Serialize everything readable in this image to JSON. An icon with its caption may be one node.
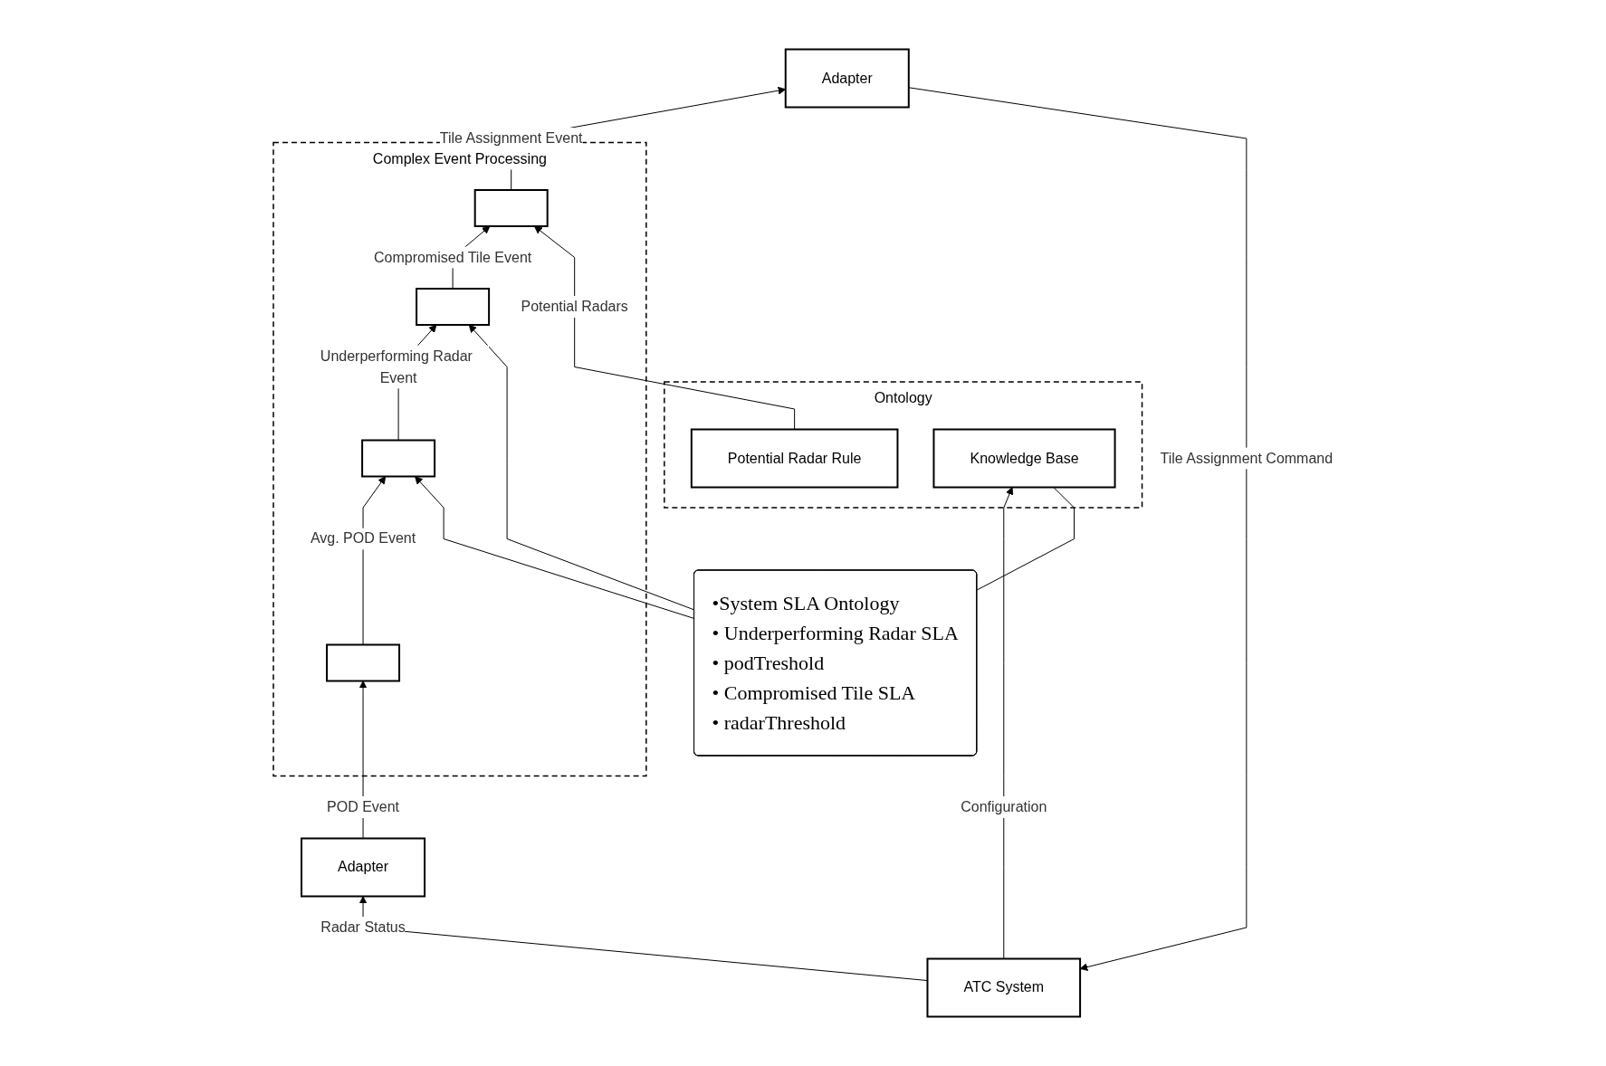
{
  "diagram": {
    "nodes": [
      {
        "text": [
          "Adapter"
        ]
      },
      {
        "text": [
          "Complex Event Processing"
        ]
      },
      {
        "text": [],
        "shape": "box",
        "in": 1
      },
      {
        "text": [],
        "shape": "box",
        "in": 1
      },
      {
        "text": [],
        "shape": "box",
        "in": 1
      },
      {
        "text": [],
        "shape": "box",
        "in": 1
      },
      {
        "text": [
          "Adapter"
        ]
      },
      {
        "text": [
          "ATC System"
        ]
      },
      {
        "text": [
          "Ontology"
        ]
      },
      {
        "text": [
          "Potential Radar Rule"
        ],
        "in": 8
      },
      {
        "text": [
          "Knowledge Base"
        ],
        "in": 8
      },
      {
        "text": [
          "•System SLA Ontology",
          "• Underperforming Radar SLA",
          "• podTreshold",
          "• Compromised Tile SLA",
          "• radarThreshold"
        ]
      }
    ],
    "edges": [
      {
        "from": 7,
        "to": 6,
        "label": "Radar Status",
        "arrow": "to"
      },
      {
        "from": 6,
        "to": 5,
        "label": "POD Event",
        "arrow": "to"
      },
      {
        "from": 5,
        "to": 4,
        "label": "Avg. POD Event",
        "arrow": "to"
      },
      {
        "from": 4,
        "to": 3,
        "label": "Underperforming Radar Event",
        "arrow": "to"
      },
      {
        "from": 3,
        "to": 2,
        "label": "Compromised Tile Event",
        "arrow": "to"
      },
      {
        "from": 2,
        "to": 0,
        "label": "Tile Assignment Event",
        "arrow": "to"
      },
      {
        "from": 0,
        "to": 7,
        "label": "Tile Assignment Command",
        "arrow": "to"
      },
      {
        "from": 7,
        "to": 10,
        "label": "Configuration",
        "arrow": "to"
      },
      {
        "from": 9,
        "to": 2,
        "label": "Potential Radars",
        "arrow": "to"
      },
      {
        "from": 11,
        "to": 3,
        "arrow": "to"
      },
      {
        "from": 11,
        "to": 4,
        "arrow": "to"
      },
      {
        "from": 11,
        "to": 10,
        "arrow": "none"
      }
    ]
  }
}
